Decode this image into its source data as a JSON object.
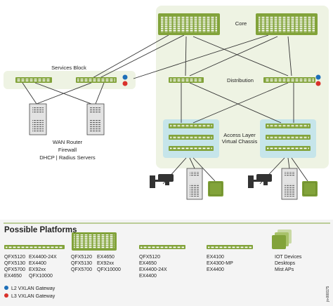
{
  "core": {
    "label": "Core"
  },
  "distribution": {
    "label": "Distribution"
  },
  "access": {
    "line1": "Access Layer",
    "line2": "Virtual Chassis"
  },
  "services": {
    "label": "Services Block",
    "lines": [
      "WAN Router",
      "Firewall",
      "DHCP | Radius Servers"
    ]
  },
  "platforms": {
    "title": "Possible Platforms",
    "groups": [
      {
        "col1": [
          "QFX5120",
          "QFX5130",
          "QFX5700",
          "EX4650"
        ],
        "col2": [
          "EX4400-24X",
          "EX4400",
          "EX92xx",
          "QFX10000"
        ]
      },
      {
        "col1": [
          "QFX5120",
          "QFX5130",
          "QFX5700"
        ],
        "col2": [
          "EX4650",
          "EX92xx",
          "QFX10000"
        ]
      },
      {
        "col1": [
          "QFX5120",
          "EX4650",
          "EX4400-24X",
          "EX4400"
        ],
        "col2": []
      },
      {
        "col1": [
          "EX4100",
          "EX4300-MP",
          "EX4400"
        ],
        "col2": []
      },
      {
        "col1": [
          "IOT Devices",
          "Desktops",
          "Mist APs"
        ],
        "col2": []
      }
    ]
  },
  "legend": [
    {
      "label": "L2 VXLAN Gateway",
      "color": "#1e6fb8"
    },
    {
      "label": "L3 VXLAN Gateway",
      "color": "#d9322b"
    }
  ],
  "watermark": "jn-000175",
  "colors": {
    "panel": "#eef3e3",
    "switch": "#82a33a",
    "switch_dark": "#5f7e24",
    "access_box": "#c6e5ea",
    "server": "#e3e3e3"
  }
}
